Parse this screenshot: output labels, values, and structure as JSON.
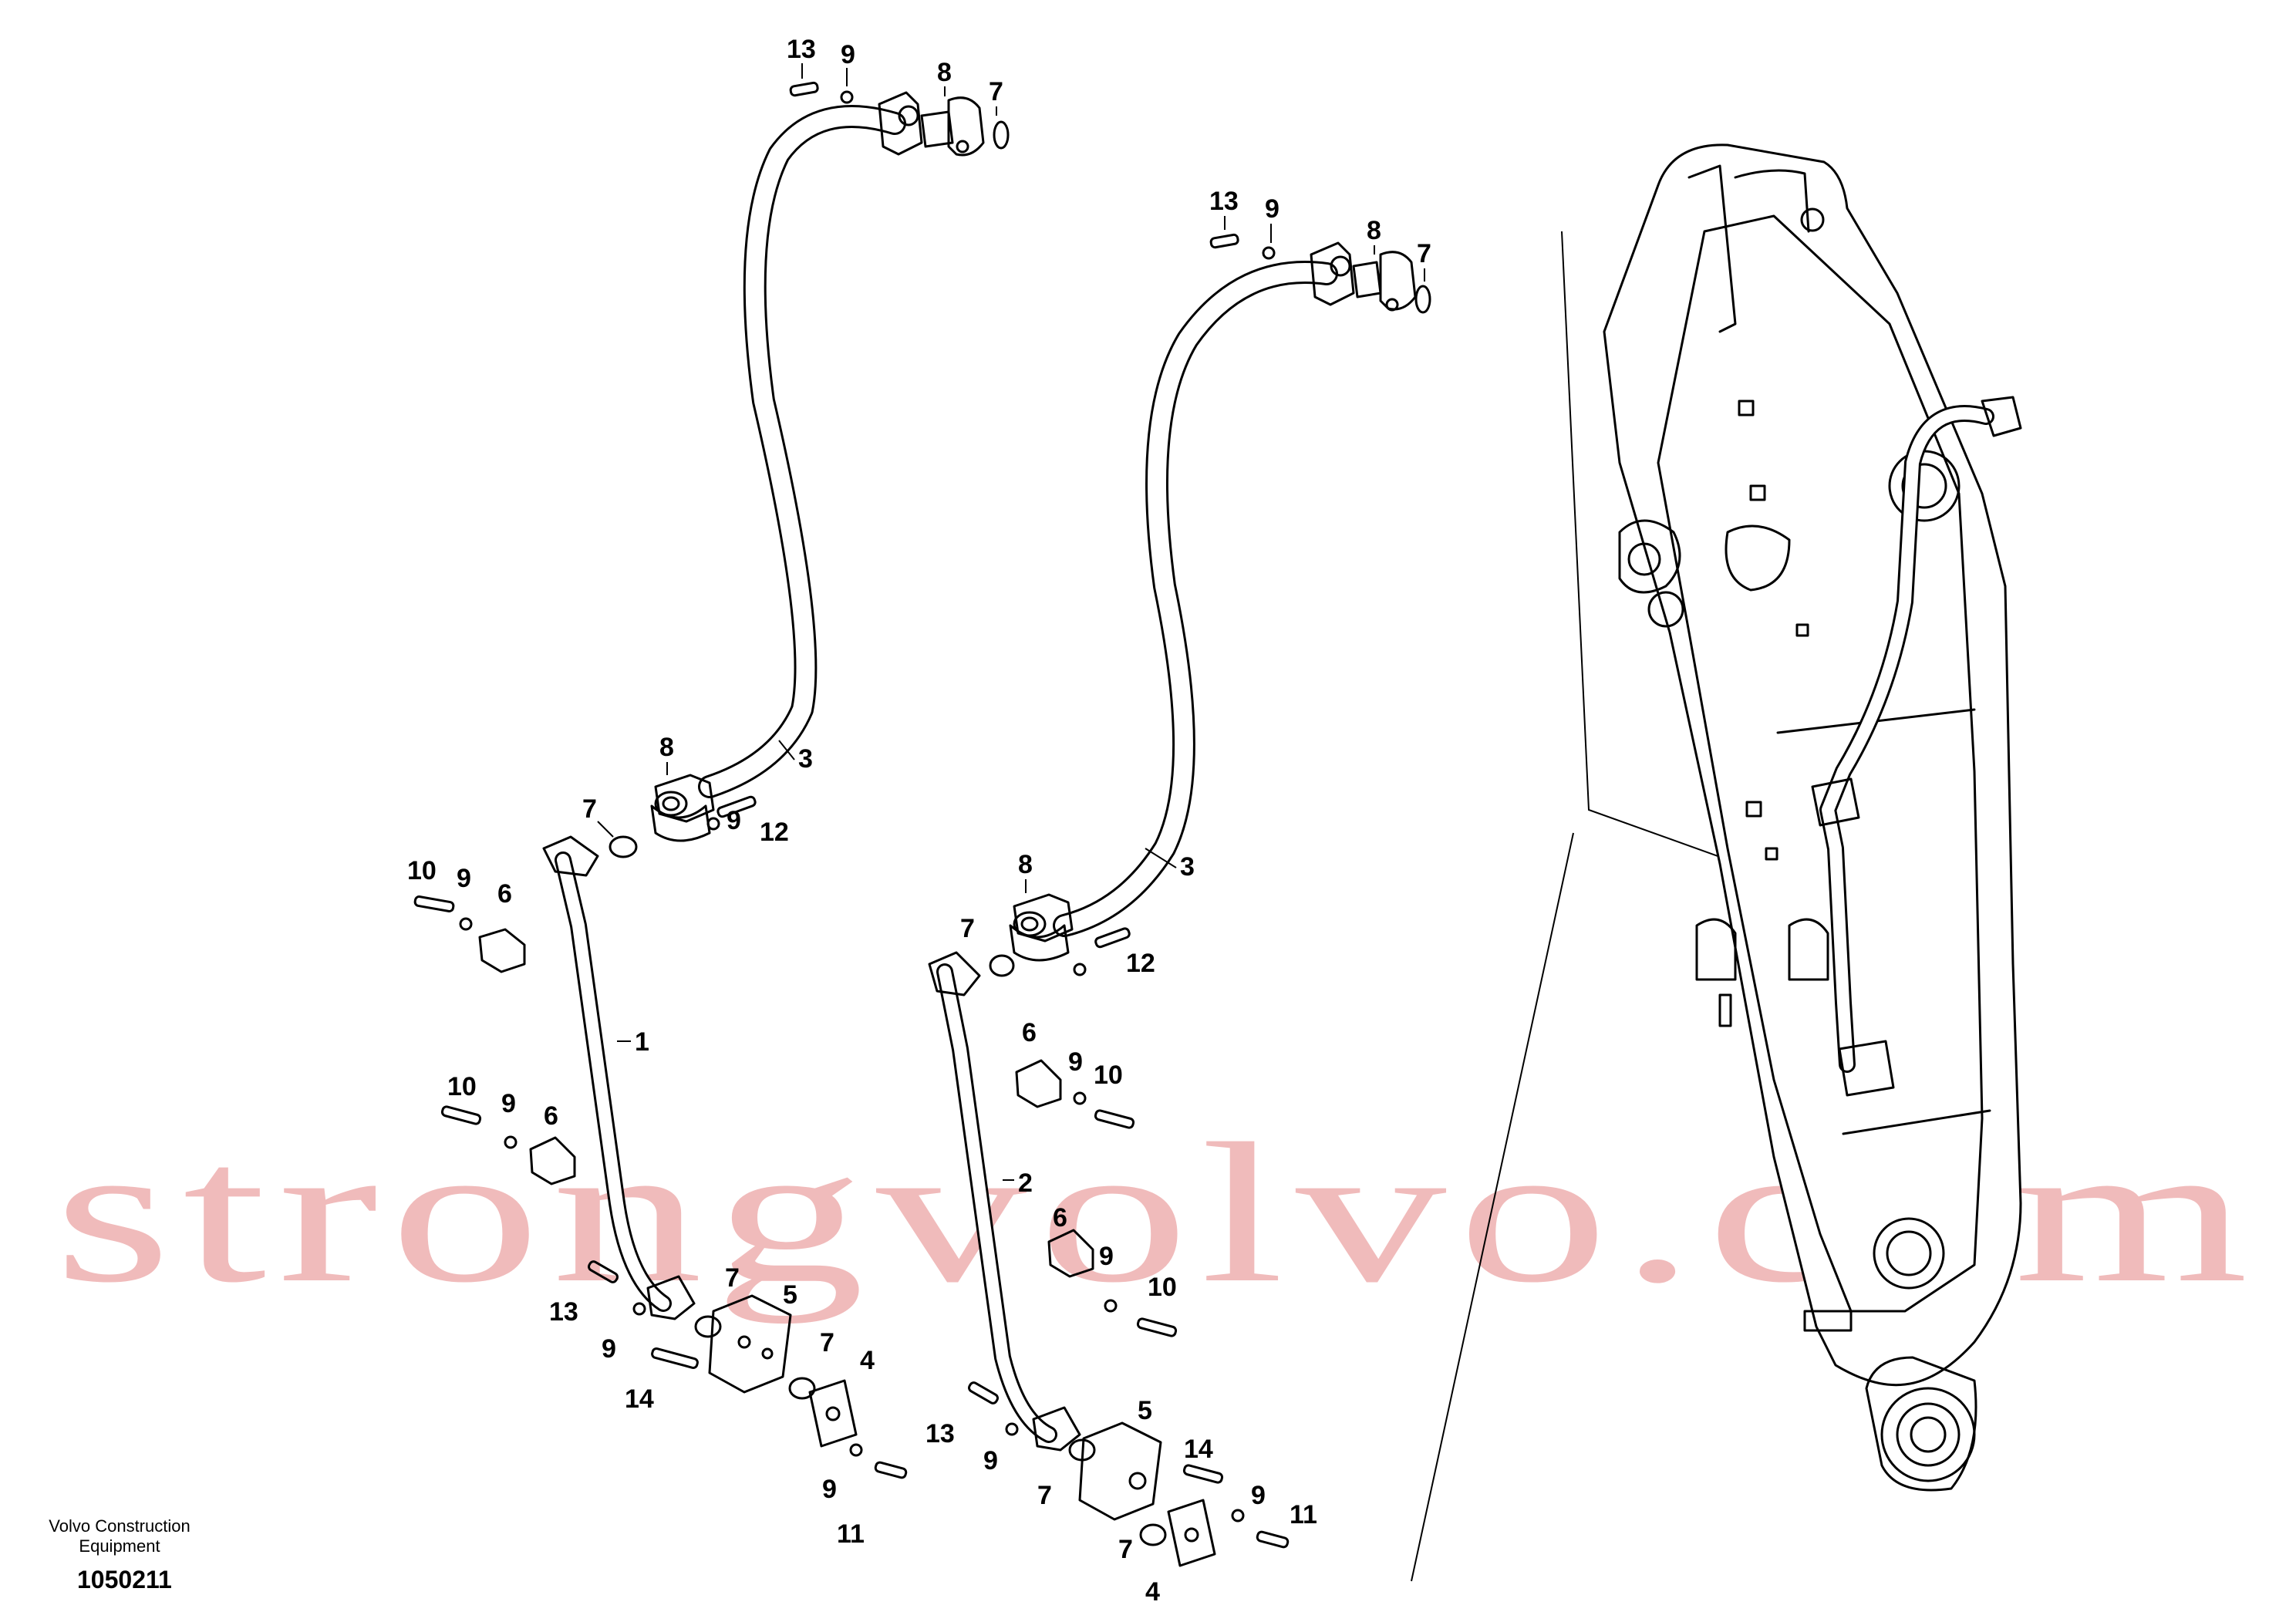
{
  "footer": {
    "company_line1": "Volvo Construction",
    "company_line2": "Equipment",
    "drawing_code": "1050211"
  },
  "watermark": {
    "text": "strongvolvo.com",
    "color": "#e06a6a"
  },
  "callouts": {
    "c1": "13",
    "c2": "9",
    "c3": "8",
    "c4": "7",
    "c5": "13",
    "c6": "9",
    "c7": "8",
    "c8": "7",
    "c9": "8",
    "c10": "3",
    "c11": "7",
    "c12": "9",
    "c13": "12",
    "c14": "10",
    "c15": "9",
    "c16": "6",
    "c17": "1",
    "c18": "8",
    "c19": "3",
    "c20": "7",
    "c21": "12",
    "c22": "6",
    "c23": "9",
    "c24": "10",
    "c25": "10",
    "c26": "9",
    "c27": "6",
    "c28": "2",
    "c29": "6",
    "c30": "9",
    "c31": "10",
    "c32": "13",
    "c33": "9",
    "c34": "7",
    "c35": "5",
    "c36": "7",
    "c37": "14",
    "c38": "4",
    "c39": "9",
    "c40": "11",
    "c41": "13",
    "c42": "9",
    "c43": "5",
    "c44": "7",
    "c45": "14",
    "c46": "9",
    "c47": "11",
    "c48": "7",
    "c49": "4"
  }
}
